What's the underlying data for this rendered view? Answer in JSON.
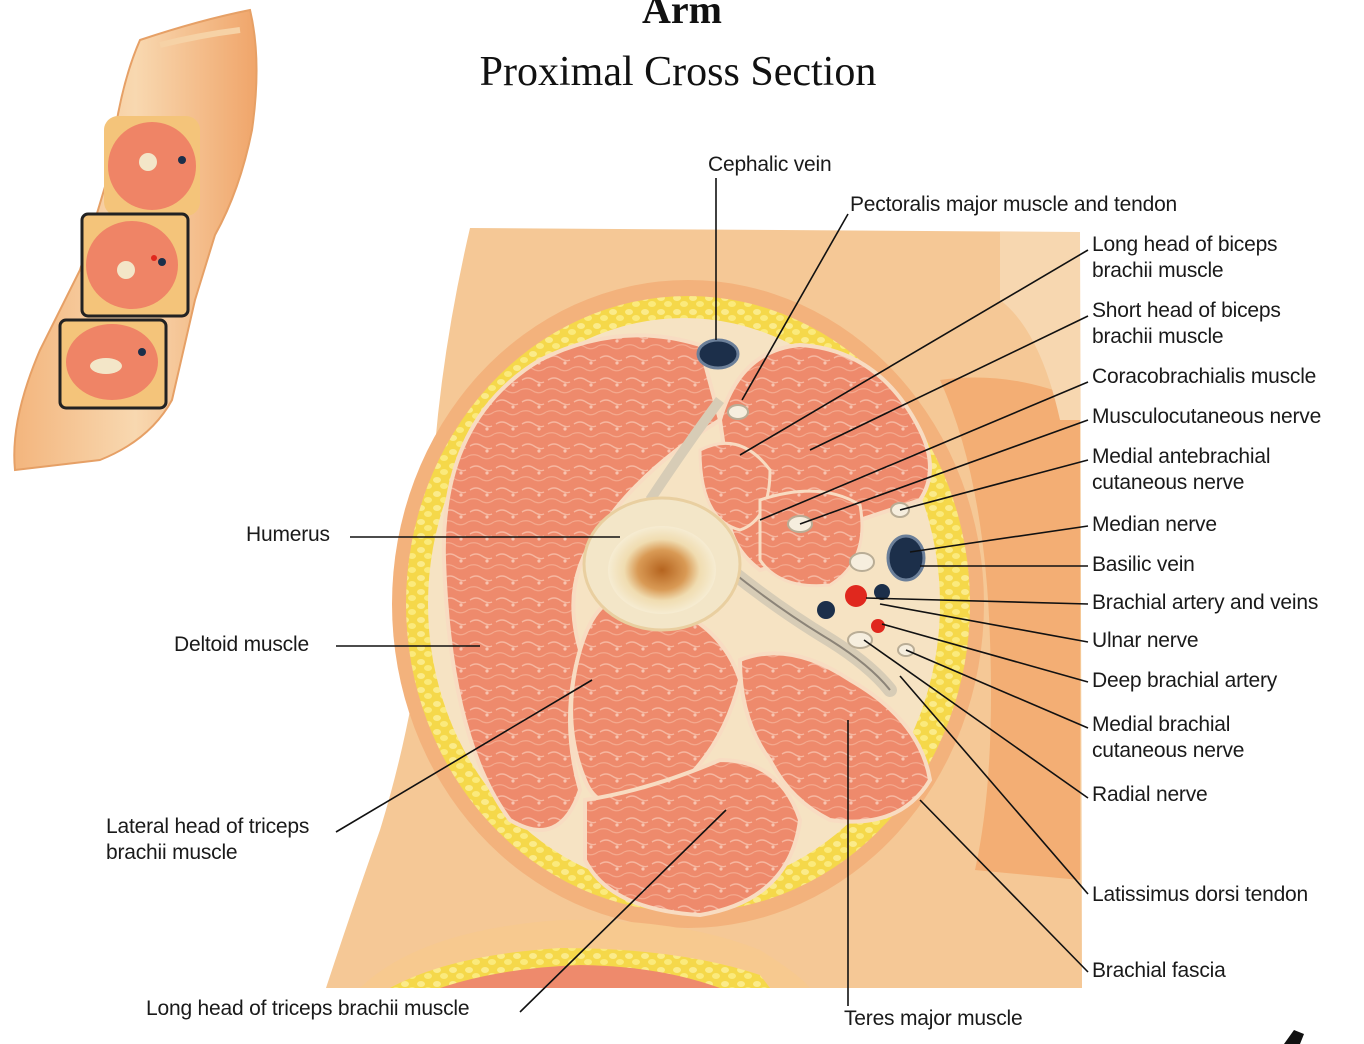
{
  "title": "Arm",
  "subtitle": "Proximal Cross Section",
  "labels": {
    "cephalic_vein": "Cephalic vein",
    "pectoralis": "Pectoralis major muscle and tendon",
    "long_biceps_1": "Long head of biceps",
    "long_biceps_2": "brachii muscle",
    "short_biceps_1": "Short head of biceps",
    "short_biceps_2": "brachii muscle",
    "coracobrachialis": "Coracobrachialis muscle",
    "musculocutaneous": "Musculocutaneous nerve",
    "med_antebrachial_1": "Medial antebrachial",
    "med_antebrachial_2": "cutaneous nerve",
    "median_nerve": "Median nerve",
    "basilic_vein": "Basilic vein",
    "brachial_artery": "Brachial artery and veins",
    "ulnar_nerve": "Ulnar nerve",
    "deep_brachial": "Deep brachial artery",
    "med_brachial_1": "Medial brachial",
    "med_brachial_2": "cutaneous nerve",
    "radial_nerve": "Radial nerve",
    "latissimus": "Latissimus dorsi tendon",
    "brachial_fascia": "Brachial fascia",
    "humerus": "Humerus",
    "deltoid": "Deltoid muscle",
    "lat_triceps_1": "Lateral head of triceps",
    "lat_triceps_2": "brachii muscle",
    "long_triceps": "Long head of triceps brachii muscle",
    "teres_major": "Teres major muscle"
  },
  "colors": {
    "skin": "#f6d2a6",
    "skin_dark": "#eea468",
    "fat": "#f7e05a",
    "muscle": "#ef8b6d",
    "muscle_light": "#f6b39a",
    "bone": "#f3e6c8",
    "marrow": "#c8782e",
    "vein": "#1c2f4a",
    "artery": "#e0281e",
    "line": "#111111"
  }
}
